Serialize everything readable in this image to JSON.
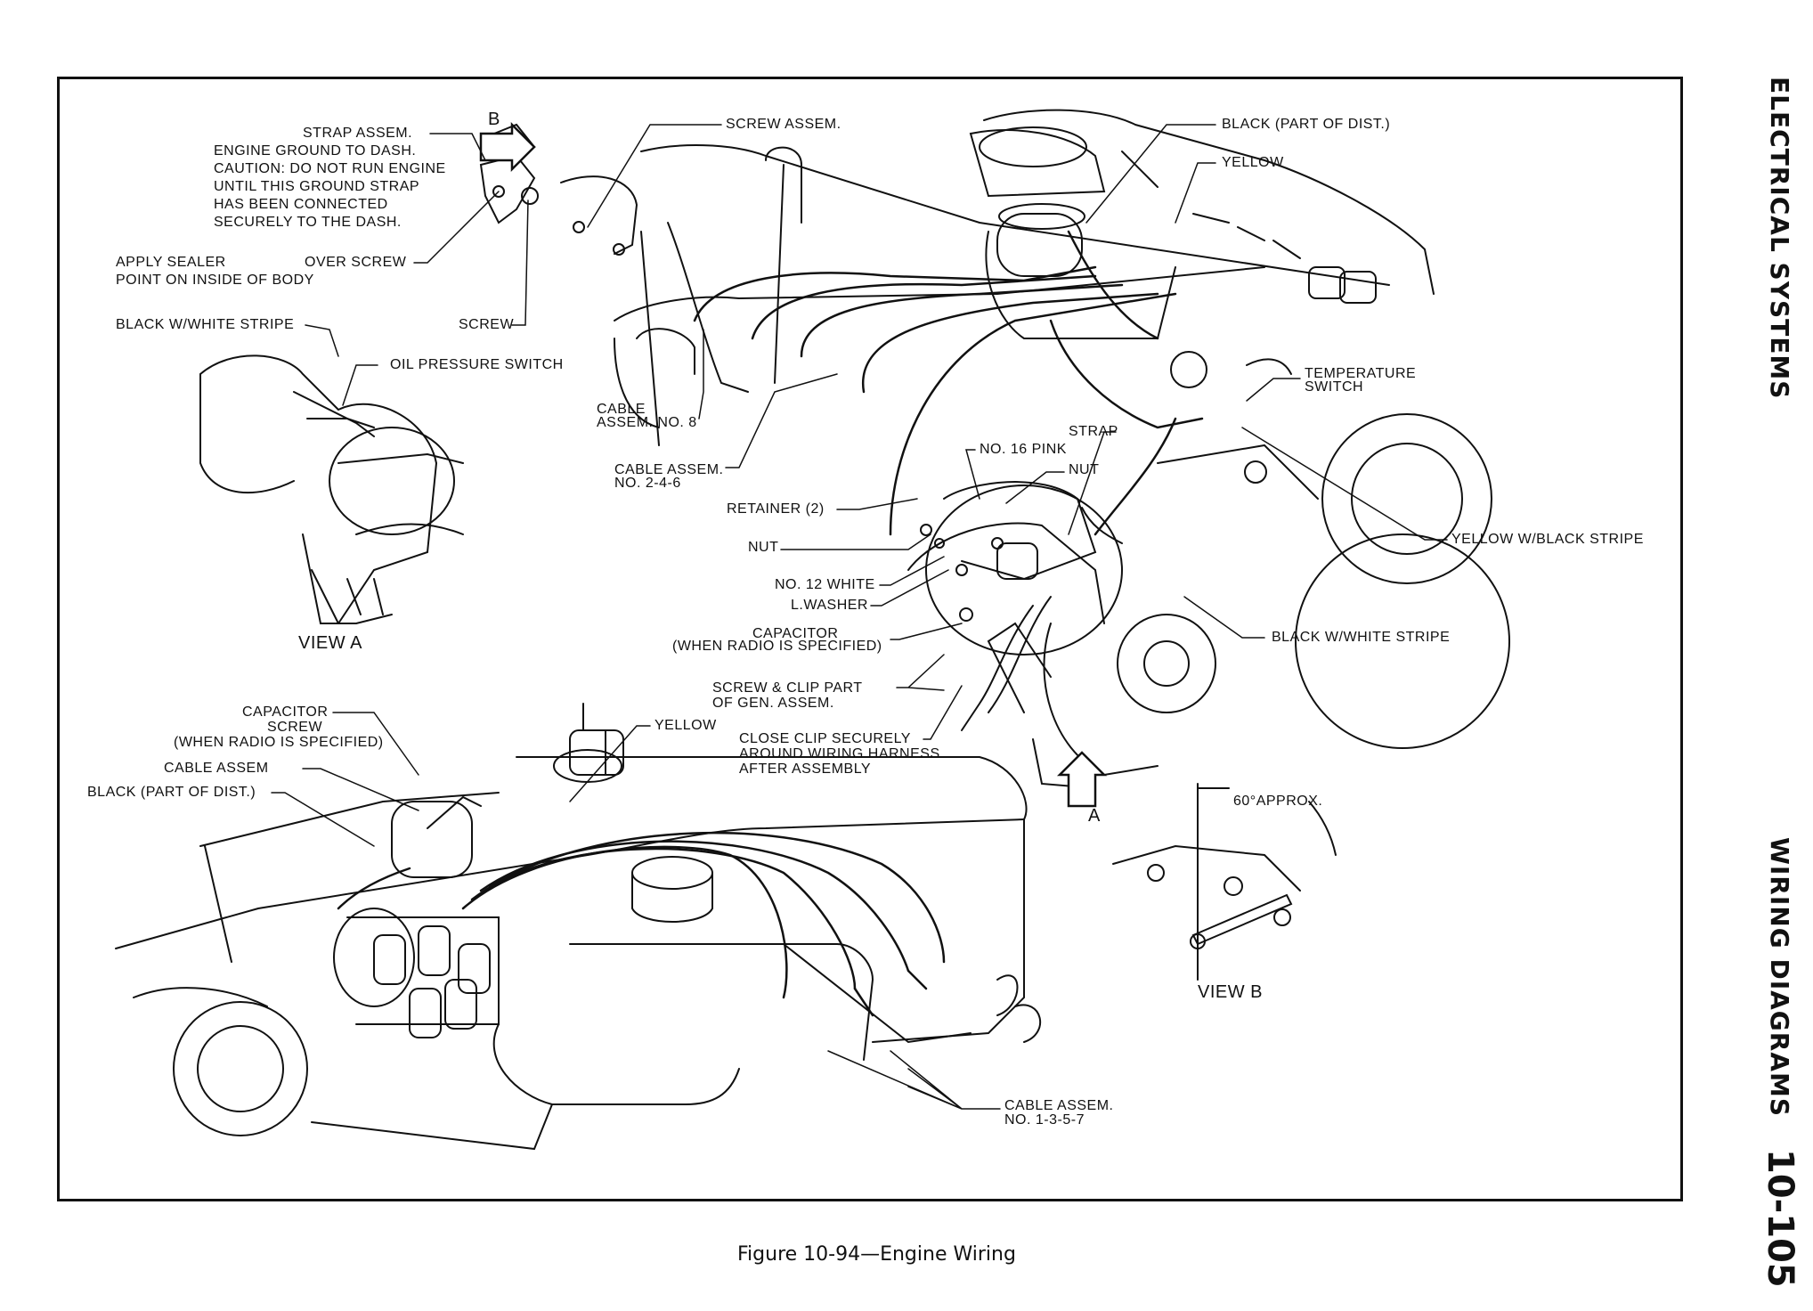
{
  "header": {
    "section": "ELECTRICAL SYSTEMS",
    "subsection": "WIRING DIAGRAMS",
    "page_number": "10-105"
  },
  "caption": "Figure 10-94—Engine Wiring",
  "labels": {
    "strap_assem": "STRAP ASSEM.",
    "engine_ground": "ENGINE GROUND TO DASH.",
    "caution": "CAUTION: DO NOT RUN ENGINE",
    "until_ground": "UNTIL THIS GROUND STRAP",
    "has_been": "HAS BEEN CONNECTED",
    "securely_dash": "SECURELY TO THE DASH.",
    "apply_sealer": "APPLY SEALER",
    "over_screw": "OVER SCREW",
    "point_inside": "POINT ON INSIDE OF BODY",
    "screw_top": "SCREW",
    "black_white_stripe_top": "BLACK W/WHITE STRIPE",
    "oil_pressure_switch": "OIL PRESSURE SWITCH",
    "view_a": "VIEW A",
    "screw_assem": "SCREW ASSEM.",
    "black_part_dist_top": "BLACK (PART OF DIST.)",
    "yellow_top": "YELLOW",
    "temperature": "TEMPERATURE",
    "switch": "SWITCH",
    "strap": "STRAP",
    "no16_pink": "NO. 16 PINK",
    "nut_upper": "NUT",
    "cable_assem_8_a": "CABLE",
    "cable_assem_8_b": "ASSEM. NO. 8",
    "cable_assem_246_a": "CABLE ASSEM.",
    "cable_assem_246_b": "NO. 2-4-6",
    "retainer": "RETAINER (2)",
    "nut_lower": "NUT",
    "no12_white": "NO. 12 WHITE",
    "l_washer": "L.WASHER",
    "capacitor_mid": "CAPACITOR",
    "when_radio_mid": "(WHEN RADIO IS SPECIFIED)",
    "screw_clip": "SCREW & CLIP PART",
    "of_gen": "OF GEN. ASSEM.",
    "close_clip": "CLOSE CLIP SECURELY",
    "around_harness": "AROUND WIRING HARNESS",
    "after_assembly": "AFTER ASSEMBLY",
    "yellow_black_stripe": "YELLOW W/BLACK STRIPE",
    "black_white_stripe_right": "BLACK W/WHITE STRIPE",
    "arrow_a": "A",
    "arrow_b": "B",
    "capacitor_low": "CAPACITOR",
    "screw_low": "SCREW",
    "when_radio_low": "(WHEN RADIO IS SPECIFIED)",
    "cable_assem_low": "CABLE ASSEM",
    "black_part_dist_low": "BLACK (PART OF DIST.)",
    "yellow_low": "YELLOW",
    "sixty_approx": "60°APPROX.",
    "view_b": "VIEW B",
    "cable_assem_1357_a": "CABLE ASSEM.",
    "cable_assem_1357_b": "NO. 1-3-5-7"
  }
}
